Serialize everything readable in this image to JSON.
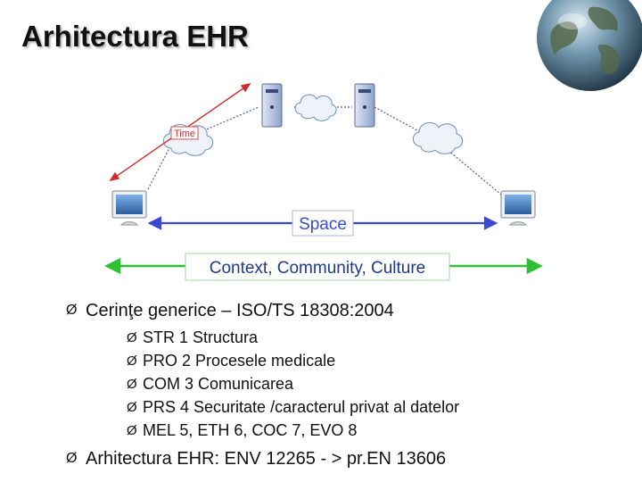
{
  "slide": {
    "title": "Arhitectura EHR"
  },
  "diagram": {
    "time_label": "Time",
    "space_label": "Space",
    "context_label": "Context, Community, Culture",
    "colors": {
      "time": "#d42a2a",
      "space": "#3b4bd1",
      "context": "#2fbf32",
      "link": "#4a5ab8"
    }
  },
  "bullets": {
    "main1": "Cerinţe generice – ISO/TS 18308:2004",
    "sub": [
      "STR 1 Structura",
      "PRO 2 Procesele medicale",
      "COM 3 Comunicarea",
      "PRS 4 Securitate /caracterul privat al datelor",
      "MEL 5, ETH 6, COC 7, EVO 8"
    ],
    "main2": "Arhitectura EHR: ENV 12265 - > pr.EN 13606",
    "marker": "Ø"
  }
}
